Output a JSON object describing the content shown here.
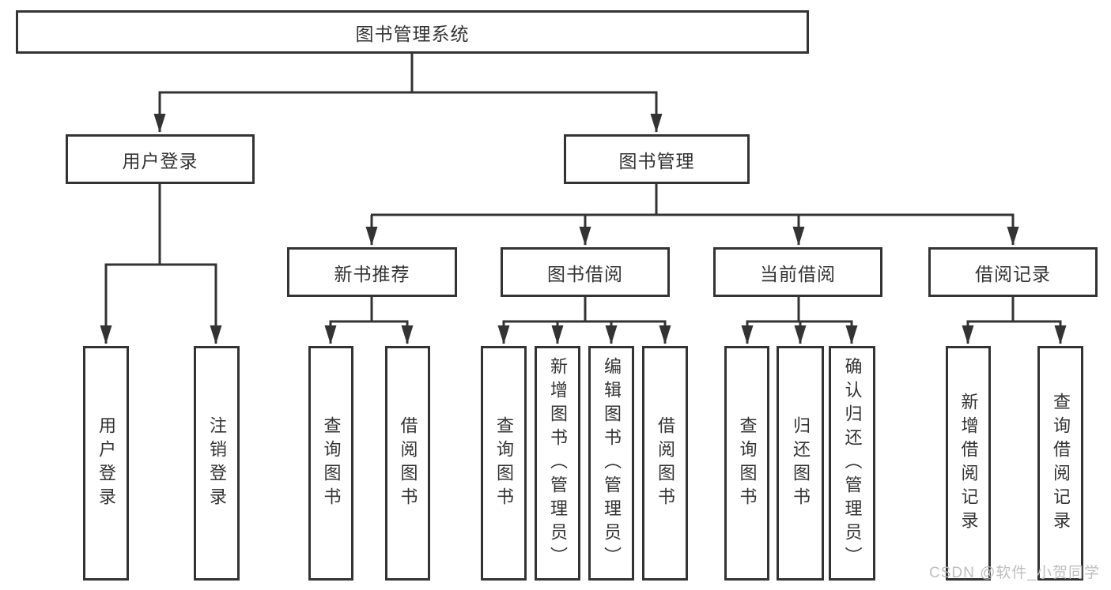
{
  "colors": {
    "line": "#333333",
    "box_border": "#333333",
    "background": "#ffffff",
    "watermark": "#bbbbbb"
  },
  "watermark": {
    "text": "CSDN @软件_小贺同学"
  },
  "tree": {
    "label": "图书管理系统",
    "children": [
      {
        "label": "用户登录",
        "children": [
          {
            "label": "用户登录"
          },
          {
            "label": "注销登录"
          }
        ]
      },
      {
        "label": "图书管理",
        "children": [
          {
            "label": "新书推荐",
            "children": [
              {
                "label": "查询图书"
              },
              {
                "label": "借阅图书"
              }
            ]
          },
          {
            "label": "图书借阅",
            "children": [
              {
                "label": "查询图书"
              },
              {
                "label": "新增图书（管理员）"
              },
              {
                "label": "编辑图书（管理员）"
              },
              {
                "label": "借阅图书"
              }
            ]
          },
          {
            "label": "当前借阅",
            "children": [
              {
                "label": "查询图书"
              },
              {
                "label": "归还图书"
              },
              {
                "label": "确认归还（管理员）"
              }
            ]
          },
          {
            "label": "借阅记录",
            "children": [
              {
                "label": "新增借阅记录"
              },
              {
                "label": "查询借阅记录"
              }
            ]
          }
        ]
      }
    ]
  }
}
